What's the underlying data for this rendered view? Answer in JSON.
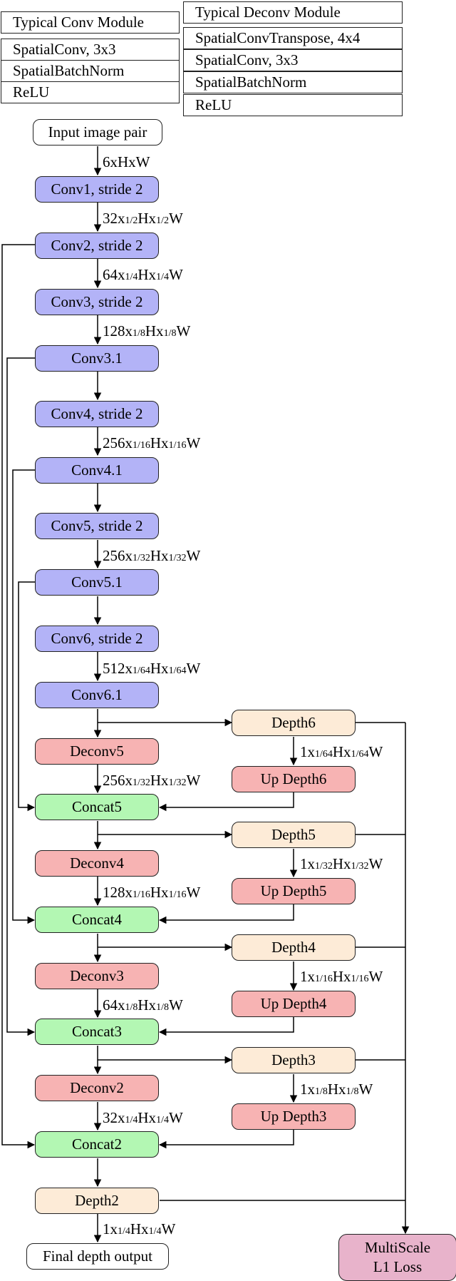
{
  "legend": {
    "conv_title": "Typical Conv Module",
    "conv_items": [
      "SpatialConv, 3x3",
      "SpatialBatchNorm",
      "ReLU"
    ],
    "deconv_title": "Typical Deconv Module",
    "deconv_items": [
      "SpatialConvTranspose, 4x4",
      "SpatialConv, 3x3",
      "SpatialBatchNorm",
      "ReLU"
    ]
  },
  "nodes": {
    "input": "Input image pair",
    "conv1": "Conv1, stride 2",
    "conv2": "Conv2, stride 2",
    "conv3": "Conv3, stride 2",
    "conv3_1": "Conv3.1",
    "conv4": "Conv4, stride 2",
    "conv4_1": "Conv4.1",
    "conv5": "Conv5, stride 2",
    "conv5_1": "Conv5.1",
    "conv6": "Conv6, stride 2",
    "conv6_1": "Conv6.1",
    "deconv5": "Deconv5",
    "deconv4": "Deconv4",
    "deconv3": "Deconv3",
    "deconv2": "Deconv2",
    "concat5": "Concat5",
    "concat4": "Concat4",
    "concat3": "Concat3",
    "concat2": "Concat2",
    "depth6": "Depth6",
    "depth5": "Depth5",
    "depth4": "Depth4",
    "depth3": "Depth3",
    "depth2": "Depth2",
    "updepth6": "Up Depth6",
    "updepth5": "Up Depth5",
    "updepth4": "Up Depth4",
    "updepth3": "Up Depth3",
    "final": "Final depth output",
    "loss_line1": "MultiScale",
    "loss_line2": "L1 Loss"
  },
  "labels": {
    "l_input": {
      "a": "6xHxW"
    },
    "l_conv1": {
      "ch": "32x",
      "f1": "1/2",
      "m": "Hx",
      "f2": "1/2",
      "e": "W"
    },
    "l_conv2": {
      "ch": "64x",
      "f1": "1/4",
      "m": "Hx",
      "f2": "1/4",
      "e": "W"
    },
    "l_conv3": {
      "ch": "128x",
      "f1": "1/8",
      "m": "Hx",
      "f2": "1/8",
      "e": "W"
    },
    "l_conv4": {
      "ch": "256x",
      "f1": "1/16",
      "m": "Hx",
      "f2": "1/16",
      "e": "W"
    },
    "l_conv5": {
      "ch": "256x",
      "f1": "1/32",
      "m": "Hx",
      "f2": "1/32",
      "e": "W"
    },
    "l_conv6": {
      "ch": "512x",
      "f1": "1/64",
      "m": "Hx",
      "f2": "1/64",
      "e": "W"
    },
    "l_deconv5": {
      "ch": "256x",
      "f1": "1/32",
      "m": "Hx",
      "f2": "1/32",
      "e": "W"
    },
    "l_deconv4": {
      "ch": "128x",
      "f1": "1/16",
      "m": "Hx",
      "f2": "1/16",
      "e": "W"
    },
    "l_deconv3": {
      "ch": "64x",
      "f1": "1/8",
      "m": "Hx",
      "f2": "1/8",
      "e": "W"
    },
    "l_deconv2": {
      "ch": "32x",
      "f1": "1/4",
      "m": "Hx",
      "f2": "1/4",
      "e": "W"
    },
    "l_depth6": {
      "ch": "1x",
      "f1": "1/64",
      "m": "Hx",
      "f2": "1/64",
      "e": "W"
    },
    "l_depth5": {
      "ch": "1x",
      "f1": "1/32",
      "m": "Hx",
      "f2": "1/32",
      "e": "W"
    },
    "l_depth4": {
      "ch": "1x",
      "f1": "1/16",
      "m": "Hx",
      "f2": "1/16",
      "e": "W"
    },
    "l_depth3": {
      "ch": "1x",
      "f1": "1/8",
      "m": "Hx",
      "f2": "1/8",
      "e": "W"
    },
    "l_depth2": {
      "ch": "1x",
      "f1": "1/4",
      "m": "Hx",
      "f2": "1/4",
      "e": "W"
    }
  },
  "colors": {
    "conv": "#b3b3f7",
    "deconv": "#f7b3b3",
    "concat": "#b3f7b3",
    "depth": "#fdebd7",
    "loss": "#e8b3cb"
  }
}
